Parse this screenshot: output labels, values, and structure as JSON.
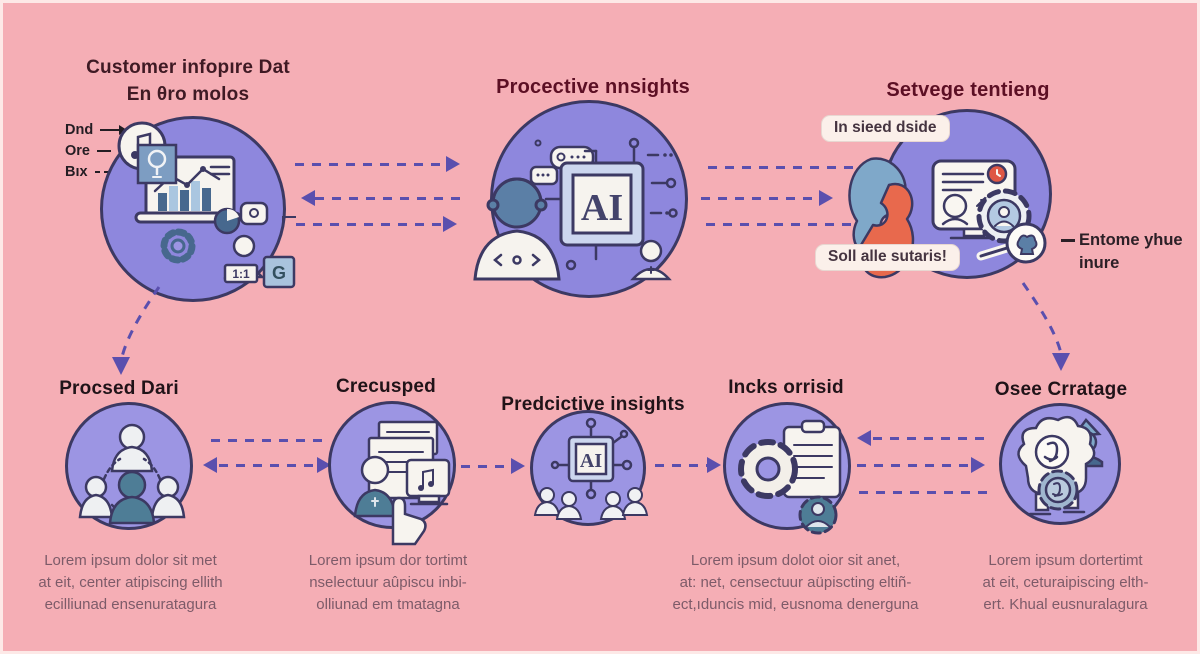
{
  "diagram": {
    "background": "#f5aeb5",
    "circle_fill_top": "#8e87dd",
    "circle_fill_bottom": "#9c95e3",
    "circle_border": "#3c3963",
    "arrow_color": "#5a4fae",
    "title_color": "#3f1a24",
    "body_text_color": "#7d5b69"
  },
  "top_row": {
    "node1": {
      "title": "Customer infopıre Dat\nEn θro molos",
      "side_labels": [
        "Dnd",
        "Ore",
        "Bıx"
      ],
      "badge_label": "1:1",
      "g_label": "G"
    },
    "node2": {
      "title": "Procective nnsights",
      "chip_label": "AI"
    },
    "node3": {
      "title": "Setvege tentieng",
      "callout_top": "In sieed dside",
      "callout_bottom": "Soll alle sutaris!",
      "side_note": "Entome yhue\ninure"
    }
  },
  "bottom_row": {
    "node1": {
      "title": "Procsed Dari",
      "description": "Lorem ipsum dolor sit met\nat eit, center atipiscing ellith\necilliunad ensenuratagura"
    },
    "node2": {
      "title": "Crecusped",
      "description": "Lorem ipsum dor tortimt\nnselectuur aûpiscu inbi-\nolliunad em tmatagna"
    },
    "node3": {
      "title": "Predcictive insights",
      "chip_label": "AI",
      "description": ""
    },
    "node4": {
      "title": "Incks orrisid",
      "description": "Lorem ipsum dolot oior sit anet,\nat: net, censectuur aüpiscting eltiñ-\nect,ıduncis mid, eusnoma denerguna"
    },
    "node5": {
      "title": "Osee Crratage",
      "description": "Lorem ipsum dortertimt\nat eit, ceturaipiscing elth-\nert. Khual eusnuralagura"
    }
  }
}
